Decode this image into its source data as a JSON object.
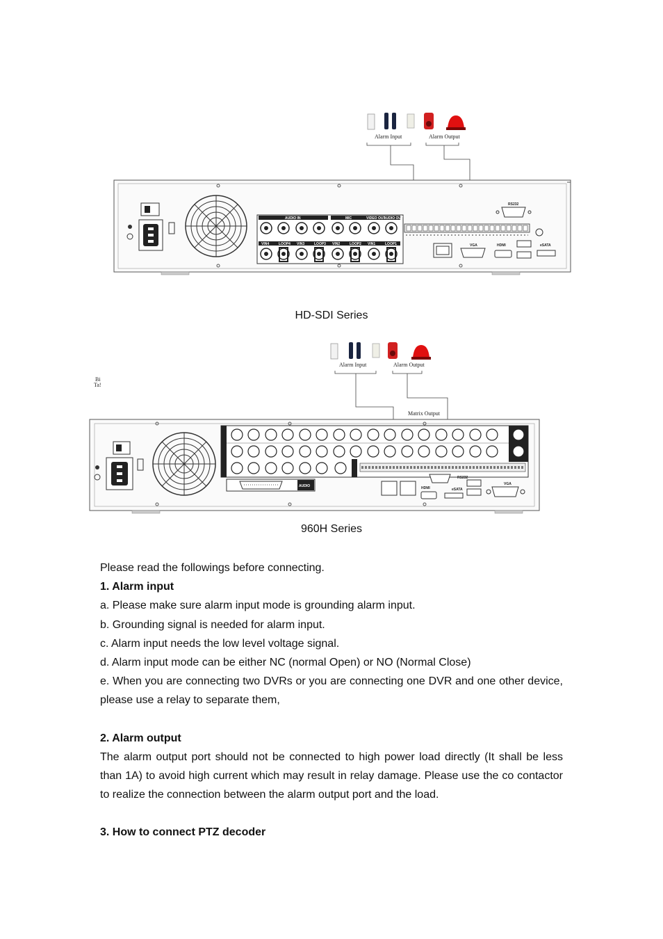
{
  "figure1": {
    "alarm_input_label": "Alarm Input",
    "alarm_output_label": "Alarm Output",
    "panel_labels": {
      "audio_in": "AUDIO IN",
      "mic": "MIC",
      "video_out": "VIDEO OUT",
      "audio_out": "AUDIO OUT",
      "rs232": "RS232",
      "vga": "VGA",
      "hdmi": "HDMI",
      "esata": "eSATA",
      "vin4": "VIN4",
      "loop4": "LOOP4",
      "vin3": "VIN3",
      "loop3": "LOOP3",
      "vin2": "VIN2",
      "loop2": "LOOP2",
      "vin1": "VIN1",
      "loop1": "LOOP1"
    },
    "caption": "HD-SDI Series"
  },
  "figure2": {
    "alarm_input_label": "Alarm Input",
    "alarm_output_label": "Alarm Output",
    "matrix_output_label": "Matrix Output",
    "side_text": [
      "Bi",
      "Ta!"
    ],
    "panel_labels": {
      "audio": "AUDIO",
      "rs232": "RS232",
      "vga": "VGA",
      "hdmi": "HDMI",
      "esata": "eSATA"
    },
    "caption": "960H Series"
  },
  "content": {
    "intro": "Please read the followings before connecting.",
    "section1": {
      "heading": "1. Alarm input",
      "items": [
        "a. Please make sure alarm input mode is grounding alarm input.",
        "b. Grounding signal is needed for alarm input.",
        "c. Alarm input needs the low level voltage signal.",
        "d. Alarm input mode can be either NC (normal Open) or NO (Normal Close)",
        "e. When you are connecting two DVRs or you are connecting one DVR and one other device, please use a relay to separate them,"
      ]
    },
    "section2": {
      "heading": "2. Alarm output",
      "body": "The alarm output port should not be connected to high power load directly (It shall be less than 1A) to avoid high current which may result in relay damage. Please use the co contactor to realize the connection between the alarm output port and the load."
    },
    "section3": {
      "heading": "3. How to connect PTZ decoder"
    }
  }
}
